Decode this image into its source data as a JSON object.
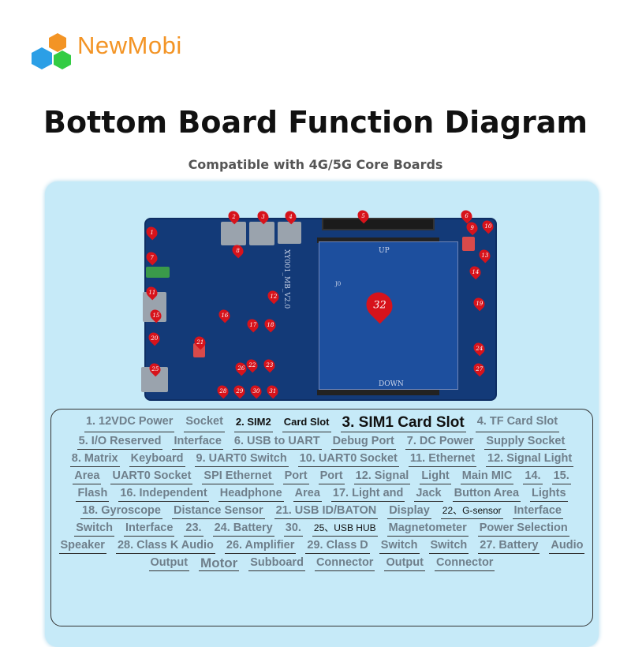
{
  "logo": {
    "text": "NewMobi",
    "colors": [
      "#f39425",
      "#2b9fe6",
      "#33cc44"
    ]
  },
  "title": "Bottom Board Function Diagram",
  "subtitle": "Compatible with 4G/5G Core Boards",
  "board": {
    "silk": {
      "up": "UP",
      "down": "DOWN",
      "model": "XY001_MB_V2.0",
      "j": "J0"
    },
    "markers": [
      "1",
      "2",
      "3",
      "4",
      "5",
      "6",
      "7",
      "8",
      "9",
      "10",
      "11",
      "12",
      "13",
      "14",
      "15",
      "16",
      "17",
      "18",
      "19",
      "20",
      "21",
      "22",
      "23",
      "24",
      "25",
      "26",
      "27",
      "28",
      "29",
      "30",
      "31",
      "32"
    ],
    "marker_color": "#d7131b"
  },
  "labels": [
    "1. 12VDC Power",
    "Socket",
    "2. SIM2",
    "Card Slot",
    "3. SIM1 Card Slot",
    "4. TF Card Slot",
    "5. I/O Reserved",
    "Interface",
    "6. USB to UART",
    "Debug Port",
    "7. DC Power",
    "Supply Socket",
    "8. Matrix",
    "Keyboard",
    "9. UART0 Switch",
    "10. UART0 Socket",
    "11. Ethernet",
    "12. Signal Light",
    "Area",
    "UART0 Socket",
    "SPI Ethernet",
    "Port",
    "Port",
    "12. Signal",
    "Light",
    "Main MIC",
    "14.",
    "15.",
    "Flash",
    "16. Independent",
    "Headphone",
    "Area",
    "17. Light and",
    "Jack",
    "Button Area",
    "Lights",
    "18. Gyroscope",
    "Distance Sensor",
    "21. USB ID/BATON",
    "Display",
    "22、G-sensor",
    "Interface",
    "Switch",
    "Interface",
    "23.",
    "24. Battery",
    "30.",
    "25、USB HUB",
    "Magnetometer",
    "Power Selection",
    "Speaker",
    "28. Class K Audio",
    "26. Amplifier",
    "29. Class D",
    "Switch",
    "Switch",
    "27. Battery",
    "Audio",
    "Output",
    "Motor",
    "Subboard",
    "Connector",
    "Output",
    "Connector"
  ]
}
